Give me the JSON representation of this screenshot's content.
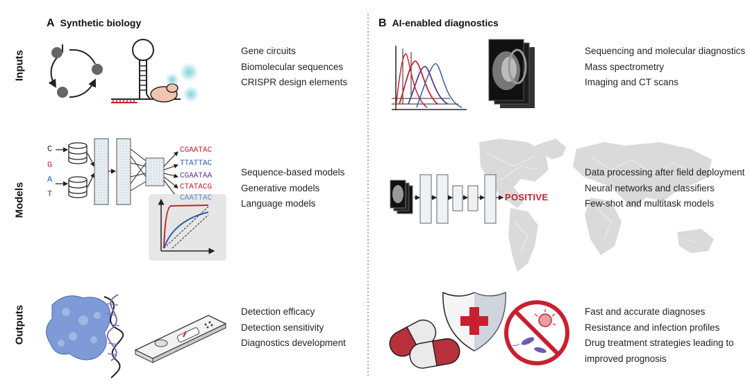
{
  "panels": {
    "a": {
      "letter": "A",
      "title": "Synthetic biology"
    },
    "b": {
      "letter": "B",
      "title": "AI-enabled diagnostics"
    }
  },
  "rows": [
    "Inputs",
    "Models",
    "Outputs"
  ],
  "synthetic": {
    "inputs": [
      "Gene circuits",
      "Biomolecular sequences",
      "CRISPR design elements"
    ],
    "models": [
      "Sequence-based models",
      "Generative models",
      "Language models"
    ],
    "outputs": [
      "Detection efficacy",
      "Detection sensitivity",
      "Diagnostics development"
    ],
    "input_bases": [
      "C",
      "G",
      "A",
      "T"
    ],
    "output_sequences": [
      "CGAATAC",
      "TTATTAC",
      "CGAATAA",
      "CTATACG",
      "CAATTAC"
    ]
  },
  "diagnostics": {
    "inputs": [
      "Sequencing and molecular diagnostics",
      "Mass spectrometry",
      "Imaging and CT scans"
    ],
    "models": [
      "Data processing after field deployment",
      "Neural networks and classifiers",
      "Few-shot and multitask models"
    ],
    "outputs": [
      "Fast and accurate diagnoses",
      "Resistance and infection profiles",
      "Drug treatment strategies leading to",
      "improved prognosis"
    ],
    "result_label": "POSITIVE"
  },
  "colors": {
    "red": "#c8202f",
    "blue": "#2a5fa8",
    "purple": "#5b3a8c",
    "teal": "#7fd3d8",
    "map": "#d9d9d9",
    "box": "#e6edf2"
  }
}
